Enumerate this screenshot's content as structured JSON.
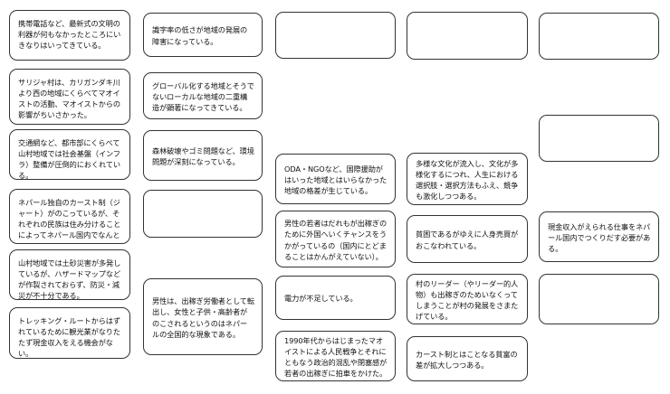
{
  "cards": {
    "c1_1": "携帯電話など、最新式の文明の利器が何もなかったところにいきなりはいってきている。",
    "c1_2": "サリジャ村は、カリガンダキ川より西の地域にくらべてマオイストの活動、マオイストからの影響がちいさかった。",
    "c1_3": "交通網など、都市部にくらべて山村地域では社会基盤（インフラ）整備が圧倒的におくれている。",
    "c1_4": "ネパール独自のカースト制（ジャート）がのこっているが、それぞれの民族は住み分けることによってネパール国内でなんとか共存してきた。",
    "c1_5": "山村地域では土砂災害が多発しているが、ハザードマップなどが作製されておらず、防災・減災が不十分である。",
    "c1_6": "トレッキング・ルートからはずれているために観光業がなりたたず現金収入をえる機会がない。",
    "c2_1": "識字率の低さが地域の発展の障害になっている。",
    "c2_2": "グローバル化する地域とそうでないローカルな地域の二重構造が顕著になってきている。",
    "c2_3": "森林破壊やゴミ問題など、環境問題が深刻になっている。",
    "c2_4": "",
    "c2_5": "男性は、出稼ぎ労働者として転出し、女性と子供・高齢者がのこされるというのはネパールの全国的な現象である。",
    "c3_1": "",
    "c3_2": "ODA・NGOなど、国際援助がはいった地域とはいらなかった地域の格差が生じている。",
    "c3_3": "男性の若者はだれもが出稼ぎのために外国へいくチャンスをうかがっているの（国内にとどまることはかんがえていない）。",
    "c3_4": "電力が不足している。",
    "c3_5": "1990年代からはじまったマオイストによる人民戦争とそれにともなう政治的混乱や閉塞感が若者の出稼ぎに拍車をかけた。",
    "c4_1": "",
    "c4_2": "多様な文化が流入し、文化が多様化するにつれ、人生における選択肢・選択方法もふえ、競争も激化しつつある。",
    "c4_3": "貧困であるがゆえに人身売買がおこなわれている。",
    "c4_4": "村のリーダー（やリーダー的人物）も出稼ぎのためいなくってしまうことが村の発展をさまたげている。",
    "c4_5": "カースト制とはことなる貧富の差が拡大しつつある。",
    "c5_1": "",
    "c5_2": "",
    "c5_3": "現金収入がえられる仕事をネパール国内でつくりだす必要がある。",
    "c5_4": ""
  }
}
